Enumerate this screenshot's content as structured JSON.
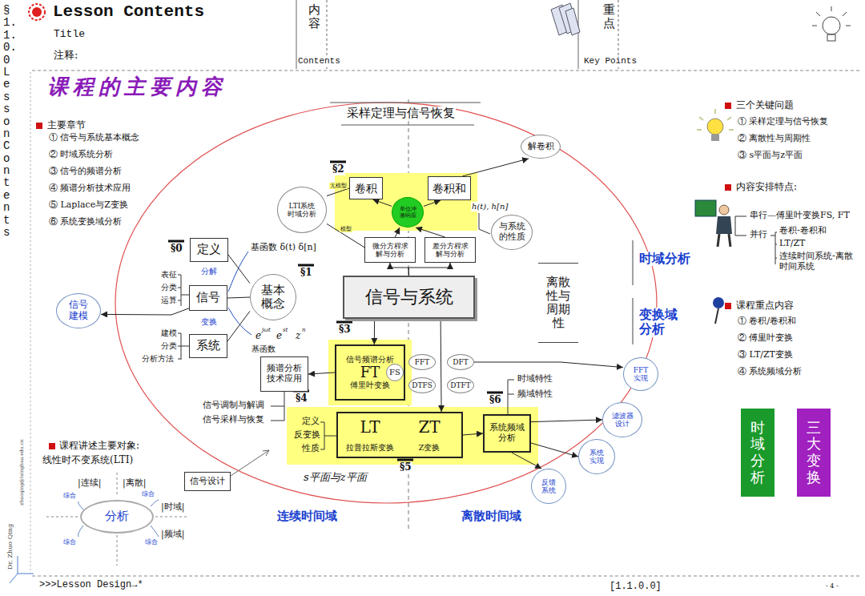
{
  "diagram": {
    "title": "课程的主要内容",
    "nodes": [
      {
        "text": [
          "卷积"
        ]
      },
      {
        "text": [
          "卷积和"
        ]
      },
      {
        "text": [
          "单位冲激响应"
        ]
      },
      {
        "text": [
          "LTI系统时域分析"
        ]
      },
      {
        "text": [
          "微分方程求解与分析"
        ]
      },
      {
        "text": [
          "差分方程求解与分析"
        ]
      },
      {
        "text": [
          "解卷积"
        ]
      },
      {
        "text": [
          "与系统的性质"
        ]
      },
      {
        "text": [
          "定义"
        ]
      },
      {
        "text": [
          "信号"
        ]
      },
      {
        "text": [
          "基本概念"
        ]
      },
      {
        "text": [
          "系统"
        ]
      },
      {
        "text": [
          "信号建模"
        ]
      },
      {
        "text": [
          "信号与系统"
        ]
      },
      {
        "text": [
          "离散性与周期性"
        ]
      },
      {
        "text": [
          "信号频谱分析",
          "FT",
          "傅里叶变换"
        ]
      },
      {
        "text": [
          "FS"
        ],
        "in": 15
      },
      {
        "text": [
          "FFT"
        ]
      },
      {
        "text": [
          "DFT"
        ]
      },
      {
        "text": [
          "DTFS"
        ]
      },
      {
        "text": [
          "DTFT"
        ]
      },
      {
        "text": [
          "频谱分析技术应用"
        ]
      },
      {
        "text": [
          "LT",
          "ZT",
          "拉普拉斯变换",
          "Z变换"
        ]
      },
      {
        "text": [
          "系统频域分析"
        ]
      },
      {
        "text": [
          "信号设计"
        ]
      },
      {
        "text": [
          "FFT实现"
        ]
      },
      {
        "text": [
          "滤波器设计"
        ]
      },
      {
        "text": [
          "系统实现"
        ]
      },
      {
        "text": [
          "反馈系统"
        ]
      },
      {
        "text": [
          "分析"
        ]
      },
      {
        "text": [
          "时域分析"
        ]
      },
      {
        "text": [
          "三大变换"
        ]
      }
    ],
    "edges": [
      {
        "from": 2,
        "to": 0,
        "arrow": "to"
      },
      {
        "from": 2,
        "to": 1,
        "arrow": "to"
      },
      {
        "from": 4,
        "to": 2,
        "arrow": "to"
      },
      {
        "from": 5,
        "to": 2,
        "arrow": "to"
      },
      {
        "from": 13,
        "to": 4,
        "arrow": "to"
      },
      {
        "from": 13,
        "to": 5,
        "arrow": "to"
      },
      {
        "from": 3,
        "to": 0,
        "label": "无模型",
        "arrow": "none"
      },
      {
        "from": 3,
        "to": 4,
        "label": "模型",
        "arrow": "none"
      },
      {
        "from": 1,
        "to": 6,
        "arrow": "to"
      },
      {
        "from": 8,
        "to": 10,
        "arrow": "none"
      },
      {
        "from": 9,
        "to": 10,
        "arrow": "none"
      },
      {
        "from": 11,
        "to": 10,
        "arrow": "none"
      },
      {
        "from": 9,
        "to": 12,
        "arrow": "to"
      },
      {
        "from": 13,
        "to": 15,
        "arrow": "to"
      },
      {
        "from": 13,
        "to": 22,
        "arrow": "to"
      },
      {
        "from": 15,
        "to": 21,
        "arrow": "to"
      },
      {
        "from": 22,
        "to": 23,
        "arrow": "to"
      },
      {
        "from": 18,
        "to": 25,
        "arrow": "to"
      },
      {
        "from": 23,
        "to": 26,
        "arrow": "to"
      },
      {
        "from": 23,
        "to": 27,
        "arrow": "to"
      },
      {
        "from": 23,
        "to": 28,
        "arrow": "to"
      }
    ],
    "labels": [
      "Title",
      "注释:",
      "内容",
      "Contents",
      "重点",
      "Key Points",
      "§1.1.0.0 Lesson Contents",
      "Dr. Zhuo Qing",
      "zhuoqing@tsinghua.edu.cn",
      ">>>Lesson Design→*",
      "[1.1.0.0]",
      "- 4 -",
      "主要章节",
      "① 信号与系统基本概念",
      "② 时域系统分析",
      "③ 信号的频谱分析",
      "④ 频谱分析技术应用",
      "⑤ Laplace与Z变换",
      "⑥ 系统变换域分析",
      "课程讲述主要对象:",
      "线性时不变系统(LTI)",
      "|连续|",
      "|离散|",
      "|时域|",
      "|频域|",
      "综合",
      "综合",
      "综合",
      "综合",
      "采样定理与信号恢复",
      "§2",
      "h(t), h[n]",
      "§0",
      "基函数 δ(t) δ[n]",
      "分解",
      "§1",
      "表征",
      "分类",
      "运算",
      "变换",
      "e",
      "jωt",
      "e",
      "st",
      "z",
      "n",
      "基函数",
      "建模",
      "分类",
      "分析方法",
      "§3",
      "时域分析",
      "变换域分析",
      "时域特性",
      "频域特性",
      "§4",
      "信号调制与解调",
      "信号采样与恢复",
      "§6",
      "定义",
      "反变换",
      "性质",
      "§5",
      "s平面与z平面",
      "连续时间域",
      "离散时间域",
      "三个关键问题",
      "① 采样定理与信号恢复",
      "② 离散性与周期性",
      "③ s平面与z平面",
      "内容安排特点:",
      "串行—傅里叶变换FS, FT",
      "并行",
      "卷积-卷积和",
      "LT/ZT",
      "连续时间系统-离散时间系统",
      "课程重点内容",
      "① 卷积/卷积和",
      "② 傅里叶变换",
      "③ LT/ZT变换",
      "④ 系统频域分析",
      "Lesson Contents"
    ]
  }
}
